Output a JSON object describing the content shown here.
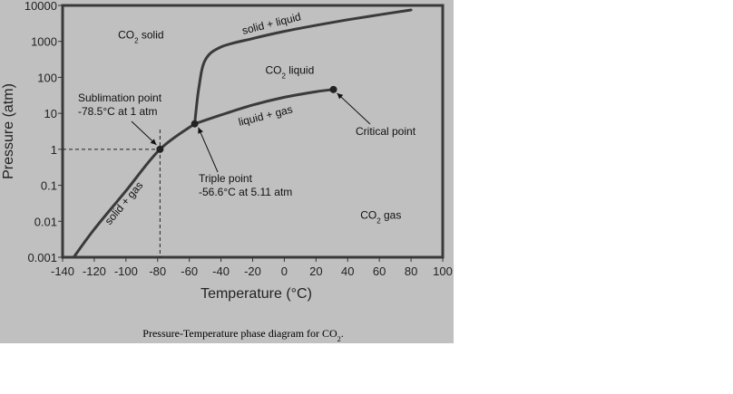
{
  "chart_data": {
    "type": "line",
    "title": "",
    "xlabel": "Temperature (°C)",
    "ylabel": "Pressure (atm)",
    "x_ticks": [
      -140,
      -120,
      -100,
      -80,
      -60,
      -40,
      -20,
      0,
      20,
      40,
      60,
      80,
      100
    ],
    "y_ticks": [
      0.001,
      0.01,
      0.1,
      1,
      10,
      100,
      1000,
      10000
    ],
    "y_tick_labels": [
      "0.001",
      "0.01",
      "0.1",
      "1",
      "10",
      "100",
      "1000",
      "10000"
    ],
    "xlim": [
      -140,
      100
    ],
    "ylim": [
      0.001,
      10000
    ],
    "y_scale": "log",
    "series": [
      {
        "name": "solid + gas",
        "x": [
          -133,
          -120,
          -100,
          -78.5,
          -56.6
        ],
        "y": [
          0.001,
          0.006,
          0.07,
          1,
          5.11
        ]
      },
      {
        "name": "liquid + gas",
        "x": [
          -56.6,
          -40,
          -20,
          0,
          20,
          31
        ],
        "y": [
          5.11,
          9,
          17,
          28,
          40,
          46
        ]
      },
      {
        "name": "solid + liquid",
        "x": [
          -56.6,
          -54,
          -50,
          -40,
          -20,
          0,
          20,
          40,
          60,
          80
        ],
        "y": [
          5.11,
          50,
          300,
          700,
          1200,
          1900,
          2800,
          4000,
          5500,
          7500
        ]
      }
    ],
    "points": [
      {
        "name": "Sublimation point",
        "x": -78.5,
        "y": 1
      },
      {
        "name": "Triple point",
        "x": -56.6,
        "y": 5.11
      },
      {
        "name": "Critical point",
        "x": 31,
        "y": 46
      }
    ],
    "region_labels": [
      {
        "text": "CO₂ solid",
        "x": -105,
        "y": 1500
      },
      {
        "text": "CO₂ liquid",
        "x": -12,
        "y": 160
      },
      {
        "text": "CO₂ gas",
        "x": 48,
        "y": 0.015
      }
    ],
    "annotations": {
      "sublimation_1": "Sublimation point",
      "sublimation_2": "-78.5°C at 1 atm",
      "triple_1": "Triple point",
      "triple_2": "-56.6°C at 5.11 atm",
      "critical": "Critical point",
      "solid_liquid": "solid + liquid",
      "liquid_gas": "liquid + gas",
      "solid_gas": "solid + gas"
    },
    "caption": "Pressure-Temperature phase diagram for CO₂."
  }
}
